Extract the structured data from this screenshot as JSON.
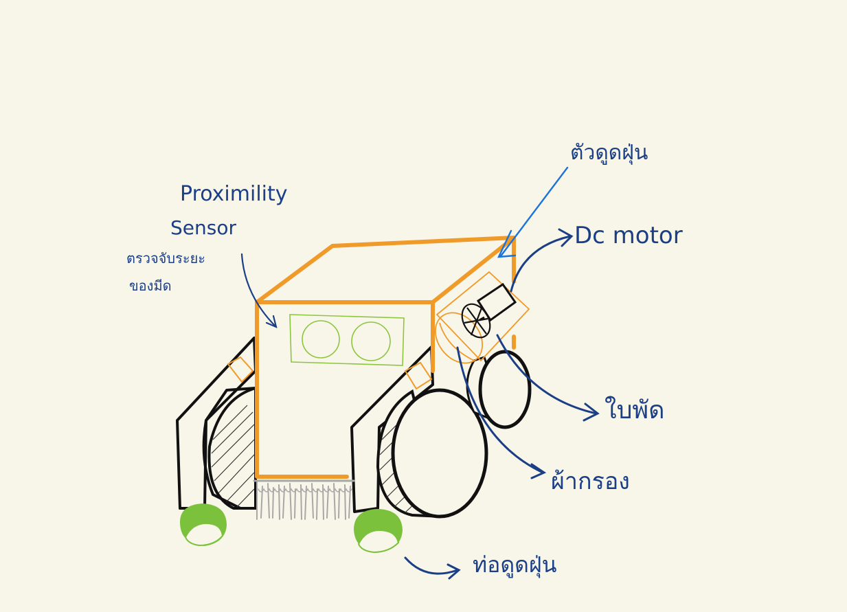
{
  "labels": {
    "proximity_sensor_line1": "Proximility",
    "proximity_sensor_line2": "Sensor",
    "proximity_sensor_thai_line1": "ตรวจจับระยะ",
    "proximity_sensor_thai_line2": "ของมีด",
    "dust_suction_unit": "ตัวดูดฝุ่น",
    "dc_motor": "Dc motor",
    "fan_blade": "ใบพัด",
    "filter_cloth": "ผ้ากรอง",
    "dust_suction_pipe": "ท่อดูดฝุ่น"
  },
  "colors": {
    "background": "#f8f5e9",
    "body_outline": "#f09a2a",
    "wheel": "#111111",
    "sensor": "#8cc63f",
    "bumper": "#7cc13b",
    "brush": "#a8a8a8",
    "annotation": "#1b3f86",
    "pointer_light": "#1a73d9"
  }
}
